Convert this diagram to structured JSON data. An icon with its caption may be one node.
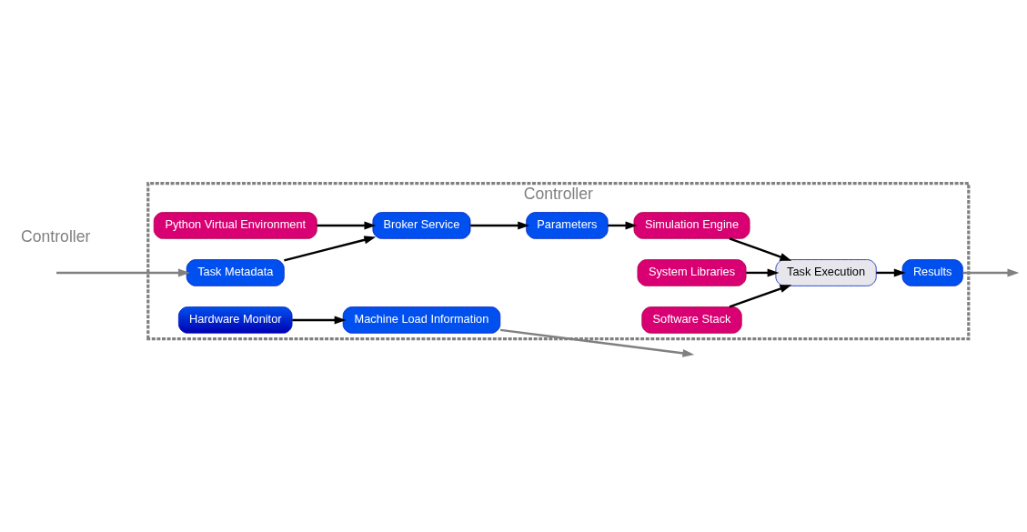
{
  "diagram": {
    "nodes": [
      {
        "text": [
          "Controller"
        ]
      },
      {
        "text": [
          "Task Metadata"
        ],
        "in": 0
      },
      {
        "text": [
          "Broker Service"
        ],
        "in": 0
      },
      {
        "text": [
          "Hardware Monitor"
        ],
        "in": 0
      },
      {
        "text": [
          "Parameters"
        ],
        "in": 0
      },
      {
        "text": [
          "Simulation Engine"
        ],
        "in": 0
      },
      {
        "text": [
          "Python Virtual Environment"
        ],
        "in": 0
      },
      {
        "text": [
          "Machine Load Information"
        ],
        "in": 0
      },
      {
        "text": [
          "System Libraries"
        ],
        "in": 0
      },
      {
        "text": [
          "Task Execution"
        ],
        "in": 0
      },
      {
        "text": [
          "Software Stack"
        ],
        "in": 0
      },
      {
        "text": [
          "Results"
        ],
        "in": 0
      }
    ],
    "edges": [
      {
        "from": null,
        "to": 1,
        "arrow": "to",
        "color": "#808080"
      },
      {
        "from": 1,
        "to": 2,
        "arrow": "to"
      },
      {
        "from": 6,
        "to": 2,
        "arrow": "to"
      },
      {
        "from": 2,
        "to": 4,
        "arrow": "to"
      },
      {
        "from": 4,
        "to": 5,
        "arrow": "to"
      },
      {
        "from": 3,
        "to": 7,
        "arrow": "to"
      },
      {
        "from": 5,
        "to": 9,
        "arrow": "to"
      },
      {
        "from": 8,
        "to": 9,
        "arrow": "to"
      },
      {
        "from": 10,
        "to": 9,
        "arrow": "to"
      },
      {
        "from": 9,
        "to": 11,
        "arrow": "to"
      },
      {
        "from": 7,
        "to": null,
        "arrow": "to",
        "color": "#808080"
      },
      {
        "from": 11,
        "to": null,
        "arrow": "to",
        "color": "#808080"
      }
    ],
    "labels": [
      "Controller"
    ]
  }
}
